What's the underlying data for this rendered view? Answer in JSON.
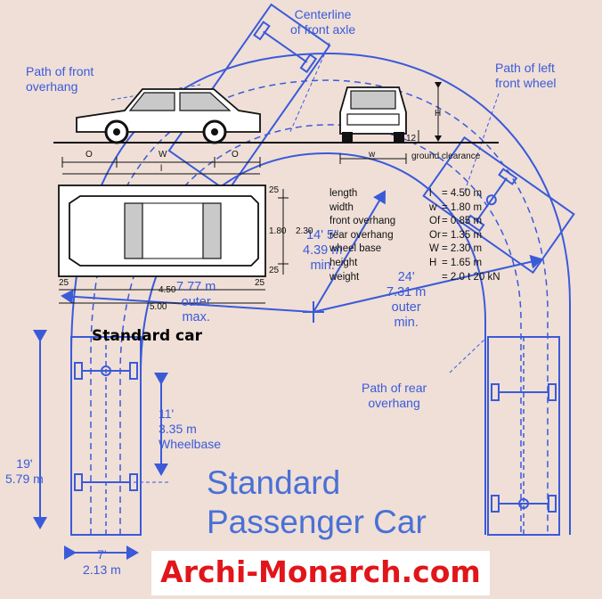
{
  "labels": {
    "centerline": "Centerline\nof front axle",
    "path_front_overhang": "Path of front\noverhang",
    "path_left_front_wheel": "Path of left\nfront wheel",
    "path_rear_overhang": "Path of rear\noverhang",
    "turn_inner": "14' 5\"\n4.39 m\nmin.",
    "turn_outer_max": "7.77 m\nouter\nmax.",
    "turn_outer_min": "24'\n7.31 m\nouter\nmin.",
    "wheelbase": "11'\n3.35 m\nWheelbase",
    "length_dim": "19'\n5.79 m",
    "width_dim": "7'\n2.13 m"
  },
  "specs": [
    {
      "name": "length",
      "symbol": "l",
      "value": "= 4.50 m"
    },
    {
      "name": "width",
      "symbol": "w",
      "value": "= 1.80 m"
    },
    {
      "name": "front overhang",
      "symbol": "Of",
      "value": "= 0.85 m"
    },
    {
      "name": "rear overhang",
      "symbol": "Or",
      "value": "= 1.35 m"
    },
    {
      "name": "wheel base",
      "symbol": "W",
      "value": "= 2.30 m"
    },
    {
      "name": "height",
      "symbol": "H",
      "value": "= 1.65 m"
    },
    {
      "name": "weight",
      "symbol": "",
      "value": "= 2.0 t   20 kN"
    }
  ],
  "drawing_text": {
    "dim_25_top": "25",
    "dim_180": "1.80",
    "dim_230": "2.30",
    "dim_25_bottom": "25",
    "dim_25_left": "25",
    "dim_25_right": "25",
    "dim_450": "4.50",
    "dim_500": "5.00",
    "dim_12": "12",
    "H": "H",
    "Of": "O",
    "W": "W",
    "Or": "O",
    "l": "l",
    "w": "w",
    "ground_clearance": "ground clearance"
  },
  "standard_car": "Standard car",
  "title": "Standard\nPassenger Car",
  "brand": "Archi-Monarch.com",
  "colors": {
    "blue": "#3b5ad8",
    "background": "#efdfd7",
    "brand_red": "#e0161b"
  }
}
